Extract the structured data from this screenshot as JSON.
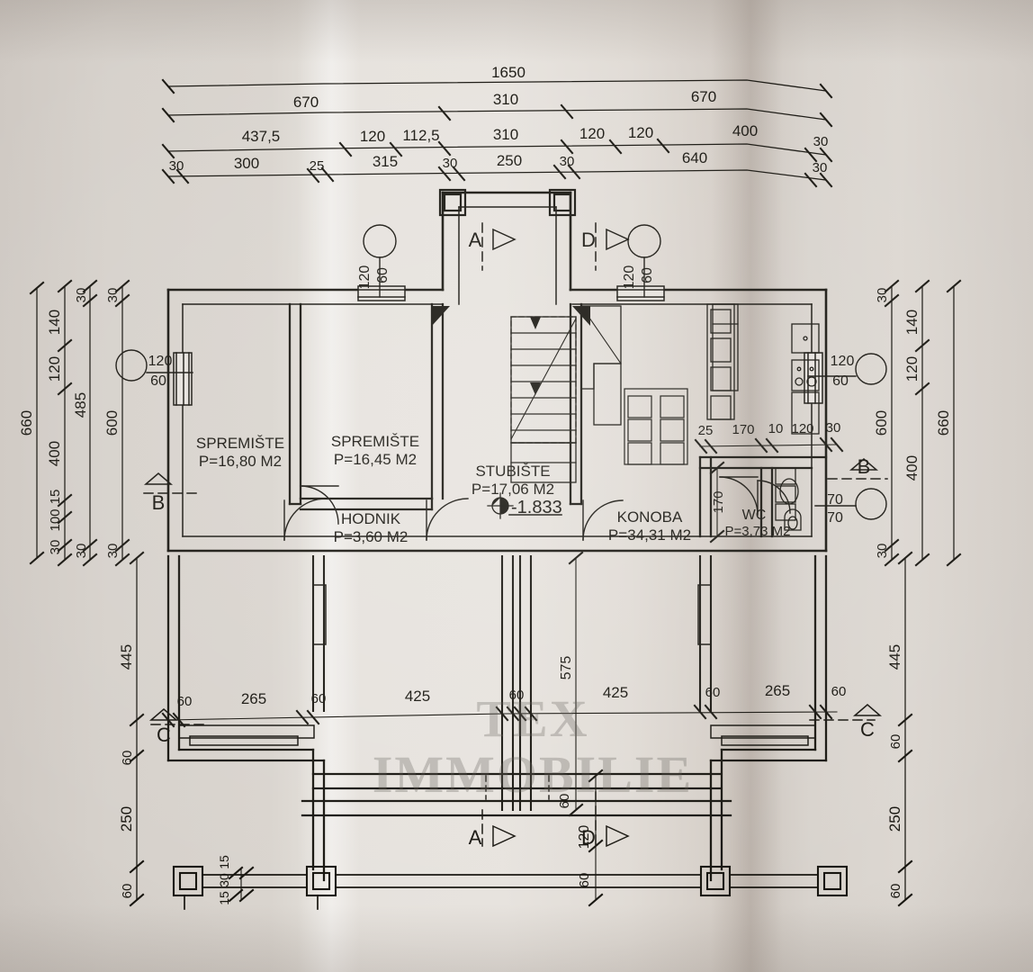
{
  "document": {
    "type": "architectural-floor-plan",
    "language": "hr",
    "elevation_marker": "-1.833",
    "watermark": {
      "line1": "TEX",
      "line2": "IMMOBILIE"
    }
  },
  "rooms": [
    {
      "name": "SPREMIŠTE",
      "area": "P=16,80 M2"
    },
    {
      "name": "SPREMIŠTE",
      "area": "P=16,45 M2"
    },
    {
      "name": "HODNIK",
      "area": "P=3,60 M2"
    },
    {
      "name": "STUBIŠTE",
      "area": "P=17,06 M2"
    },
    {
      "name": "KONOBA",
      "area": "P=34,31 M2"
    },
    {
      "name": "WC",
      "area": "P=3,73 M2"
    }
  ],
  "section_markers": [
    {
      "label": "A"
    },
    {
      "label": "D"
    },
    {
      "label": "B"
    },
    {
      "label": "C"
    },
    {
      "label": "A"
    },
    {
      "label": "D"
    },
    {
      "label": "B"
    },
    {
      "label": "C"
    }
  ],
  "openings": [
    {
      "width": "120",
      "height": "60"
    },
    {
      "width": "120",
      "height": "60"
    },
    {
      "width": "120",
      "height": "60"
    },
    {
      "width": "120",
      "height": "60"
    },
    {
      "width": "70",
      "height": "70"
    }
  ],
  "dimensions": {
    "top": {
      "chain1": [
        "1650"
      ],
      "chain2": [
        "670",
        "310",
        "670"
      ],
      "chain3": [
        "437,5",
        "120",
        "112,5",
        "310",
        "120",
        "120",
        "400",
        "30"
      ],
      "chain4": [
        "30",
        "300",
        "25",
        "315",
        "30",
        "250",
        "30",
        "640",
        "30"
      ]
    },
    "left": {
      "chain_outer": [
        "660"
      ],
      "chain_mid": [
        "140",
        "120",
        "400",
        "100",
        "15",
        "30"
      ],
      "chain_inner": [
        "30",
        "485",
        "30"
      ],
      "chain_wall": [
        "30",
        "600",
        "30"
      ],
      "lower": [
        "445",
        "60",
        "250",
        "60"
      ],
      "pillar": [
        "15",
        "30",
        "15"
      ]
    },
    "right": {
      "chain_wall": [
        "30",
        "600",
        "30"
      ],
      "chain_mid": [
        "140",
        "120",
        "400"
      ],
      "chain_outer": [
        "660"
      ],
      "lower": [
        "445",
        "60",
        "250",
        "60"
      ],
      "wc": [
        "30"
      ]
    },
    "interior": {
      "kitchen_chain": [
        "25",
        "170",
        "10",
        "120",
        "30"
      ],
      "wc_depth": "170",
      "stair_span": "575"
    },
    "bottom": {
      "terrace_chain": [
        "60",
        "265",
        "60",
        "425",
        "60",
        "425",
        "60",
        "265",
        "60"
      ],
      "right_edge": [
        "120",
        "60"
      ],
      "left_edge": [
        "60"
      ]
    }
  },
  "labels": {
    "t_1650": "1650",
    "t_670a": "670",
    "t_310a": "310",
    "t_670b": "670",
    "t_4375": "437,5",
    "t_120a": "120",
    "t_1125": "112,5",
    "t_310b": "310",
    "t_120b": "120",
    "t_120c": "120",
    "t_400": "400",
    "t_30r": "30",
    "b_30a": "30",
    "b_300": "300",
    "b_25": "25",
    "b_315": "315",
    "b_30b": "30",
    "b_250": "250",
    "b_30c": "30",
    "b_640": "640",
    "b_30d": "30",
    "l_660": "660",
    "l_140": "140",
    "l_120": "120",
    "l_400": "400",
    "l_100": "100",
    "l_15": "15",
    "l_30a": "30",
    "l_30b": "30",
    "l_485": "485",
    "l_600": "600",
    "l_30c": "30",
    "l_30d": "30",
    "l_445": "445",
    "l_60a": "60",
    "l_250": "250",
    "l_60b": "60",
    "p_15a": "15",
    "p_30": "30",
    "p_15b": "15",
    "r_30a": "30",
    "r_600": "600",
    "r_30b": "30",
    "r_140": "140",
    "r_120": "120",
    "r_400": "400",
    "r_660": "660",
    "r_445": "445",
    "r_60a": "60",
    "r_250": "250",
    "r_60b": "60",
    "k_25": "25",
    "k_170": "170",
    "k_10": "10",
    "k_120": "120",
    "k_30": "30",
    "wc_170": "170",
    "wc_70a": "70",
    "wc_70b": "70",
    "st_575": "575",
    "bt_60a": "60",
    "bt_265a": "265",
    "bt_60b": "60",
    "bt_425a": "425",
    "bt_60c": "60",
    "bt_425b": "425",
    "bt_60d": "60",
    "bt_265b": "265",
    "bt_60e": "60",
    "bb_120": "120",
    "bb_60": "60",
    "bb_60l": "60",
    "w1_120": "120",
    "w1_60": "60",
    "w2_120": "120",
    "w2_60": "60",
    "w3_120": "120",
    "w3_60": "60",
    "w4_120": "120",
    "w4_60": "60",
    "sec_A_top": "A",
    "sec_D_top": "D",
    "sec_B_left": "B",
    "sec_B_right": "B",
    "sec_C_left": "C",
    "sec_C_right": "C",
    "sec_A_bot": "A",
    "sec_D_bot": "D",
    "room1_name": "SPREMIŠTE",
    "room1_area": "P=16,80 M2",
    "room2_name": "SPREMIŠTE",
    "room2_area": "P=16,45 M2",
    "room3_name": "HODNIK",
    "room3_area": "P=3,60 M2",
    "room4_name": "STUBIŠTE",
    "room4_area": "P=17,06 M2",
    "room5_name": "KONOBA",
    "room5_area": "P=34,31 M2",
    "room6_name": "WC",
    "room6_area": "P=3,73 M2",
    "elev": "-1.833"
  },
  "colors": {
    "ink": "#17150f",
    "thin": "#3c3833",
    "paper": "#ddd8d2",
    "watermark": "rgba(92,88,84,0.30)"
  }
}
